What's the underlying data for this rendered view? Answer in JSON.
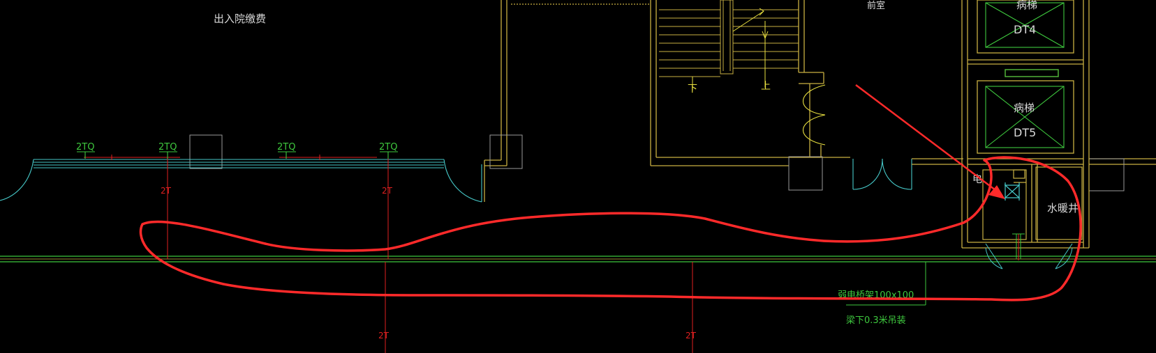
{
  "colors": {
    "background": "#000000",
    "wall": "#c9b042",
    "wall_dark": "#b29a35",
    "gray": "#9a9a9a",
    "cyan": "#46c8c8",
    "green": "#3ec83e",
    "red": "#e02020",
    "yellow": "#e8e040",
    "white": "#d8d8d8",
    "markup_red": "#ff2a2a"
  },
  "labels": {
    "room_admission": "出入院缴费",
    "room_front": "前室",
    "elevator_dt4_name": "病梯",
    "elevator_dt4_id": "DT4",
    "elevator_dt5_name": "病梯",
    "elevator_dt5_id": "DT5",
    "shaft_water_heating": "水暖井",
    "room_electric": "电",
    "stair_down": "下",
    "stair_up": "上",
    "tray_spec": "弱电桥架100x100",
    "tray_mount": "梁下0.3米吊装"
  },
  "tags": {
    "fixture_2tq_1": "2TQ",
    "fixture_2tq_2": "2TQ",
    "fixture_2tq_3": "2TQ",
    "fixture_2tq_4": "2TQ",
    "cable_2t_1": "2T",
    "cable_2t_2": "2T",
    "cable_2t_3": "2T",
    "cable_2t_4": "2T"
  },
  "icons": {
    "arrow": "annotation-arrow",
    "valve": "bowtie-valve-symbol",
    "elevator_cross": "elevator-shaft-cross"
  }
}
